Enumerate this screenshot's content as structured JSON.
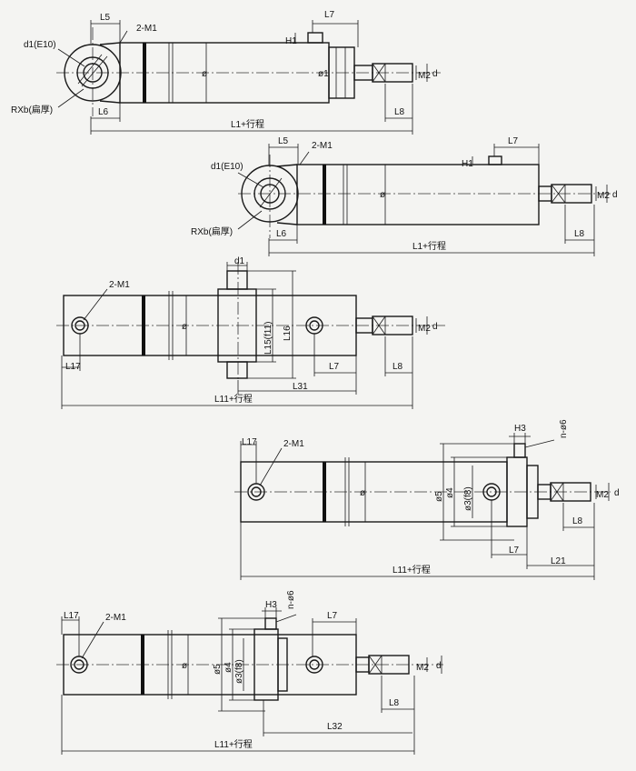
{
  "labels": {
    "L5": "L5",
    "L6": "L6",
    "L7": "L7",
    "L8": "L8",
    "L17": "L17",
    "L21": "L21",
    "L31": "L31",
    "L32": "L32",
    "H1": "H1",
    "H3": "H3",
    "M1": "2-M1",
    "M2": "M2",
    "d": "d",
    "d1": "d1",
    "d1_e10": "d1(E10)",
    "rxb": "RXb(扁厚)",
    "phi": "ø",
    "phi1": "ø1",
    "phi3": "ø3(f8)",
    "phi4": "ø4",
    "phi5": "ø5",
    "n_phi6": "n-ø6",
    "L1_stroke": "L1+行程",
    "L11_stroke": "L11+行程",
    "L15": "L15(f11)",
    "L16": "L16"
  }
}
